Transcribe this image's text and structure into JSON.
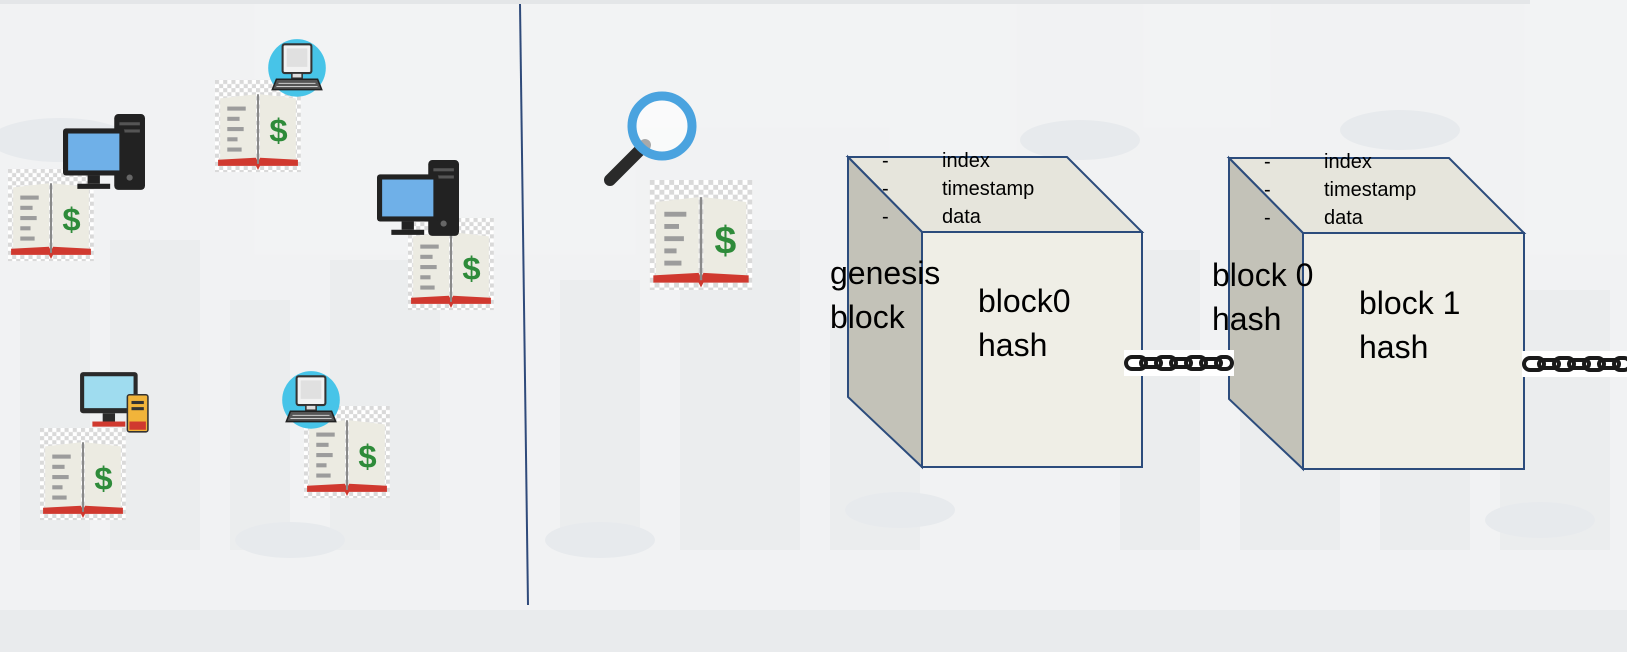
{
  "blocks": [
    {
      "side_label": "genesis\nblock",
      "face_label": "block0\nhash",
      "fields": [
        {
          "bullet": "-",
          "text": "index"
        },
        {
          "bullet": "-",
          "text": "timestamp"
        },
        {
          "bullet": "-",
          "text": "data"
        }
      ]
    },
    {
      "side_label": "block 0\nhash",
      "face_label": "block 1\nhash",
      "fields": [
        {
          "bullet": "-",
          "text": "index"
        },
        {
          "bullet": "-",
          "text": "timestamp"
        },
        {
          "bullet": "-",
          "text": "data"
        }
      ]
    }
  ],
  "ledger_symbol": "$",
  "colors": {
    "divider": "#2f4a7a",
    "cube_front": "#efeee6",
    "cube_side": "#c3c2b8",
    "cube_top": "#e6e5dc",
    "cube_edge": "#2c4c7c",
    "book_cover": "#d0392f",
    "dollar": "#2e8b3a",
    "magnifier": "#4aa3df",
    "monitor_screen": "#6fb0e8",
    "tower": "#222222",
    "badge": "#47c4e8"
  },
  "icons": [
    "ledger-book-icon",
    "desktop-computer-icon",
    "laptop-badge-icon",
    "magnifier-icon",
    "chain-link-icon"
  ]
}
